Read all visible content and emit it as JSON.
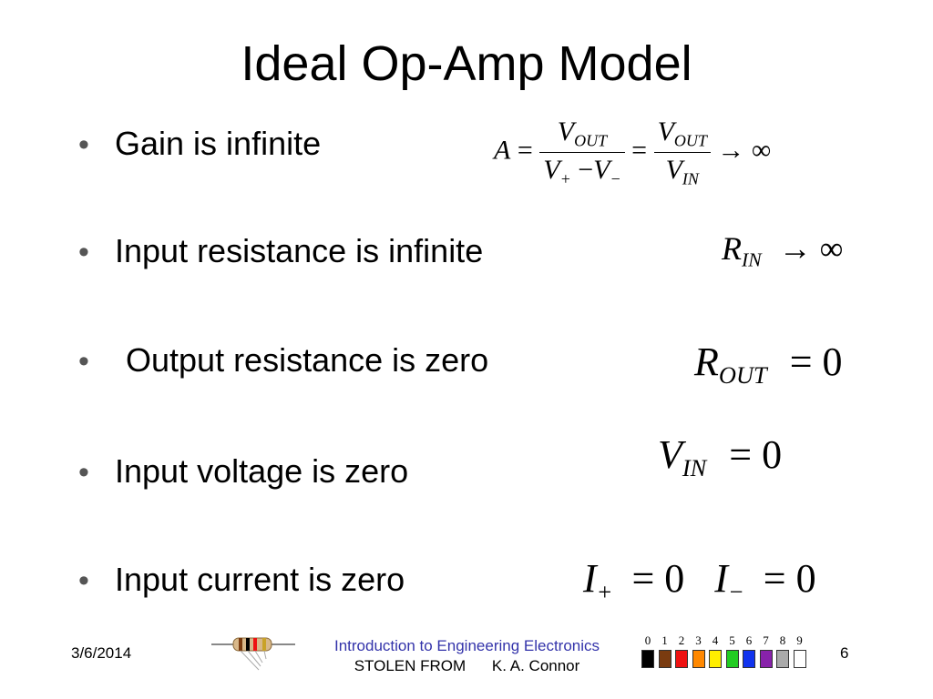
{
  "title": "Ideal Op-Amp Model",
  "bullets": [
    {
      "text": "Gain is infinite"
    },
    {
      "text": "Input resistance is infinite"
    },
    {
      "text": "Output resistance is zero"
    },
    {
      "text": "Input voltage is zero"
    },
    {
      "text": "Input current is zero"
    }
  ],
  "formulas": {
    "gain": {
      "lhs": "A",
      "eq": "=",
      "v": "V",
      "out": "OUT",
      "plus": "+",
      "minus": "−",
      "in": "IN",
      "arrow": "→",
      "inf": "∞"
    },
    "rin": {
      "r": "R",
      "in": "IN",
      "arrow": "→",
      "inf": "∞"
    },
    "rout": {
      "r": "R",
      "out": "OUT",
      "eq": "=",
      "zero": "0"
    },
    "vin": {
      "v": "V",
      "in": "IN",
      "eq": "=",
      "zero": "0"
    },
    "current": {
      "i": "I",
      "plus": "+",
      "minus": "−",
      "eq": "=",
      "zero": "0"
    }
  },
  "footer": {
    "date": "3/6/2014",
    "course": "Introduction to Engineering Electronics",
    "stolen": "STOLEN FROM",
    "author": "K. A. Connor",
    "page": "6"
  },
  "color_code": {
    "digits": [
      "0",
      "1",
      "2",
      "3",
      "4",
      "5",
      "6",
      "7",
      "8",
      "9"
    ],
    "colors": [
      "#000000",
      "#7a3b10",
      "#ee1111",
      "#ff8800",
      "#ffee00",
      "#22cc22",
      "#1133ee",
      "#8822aa",
      "#aaaaaa",
      "#ffffff"
    ]
  }
}
